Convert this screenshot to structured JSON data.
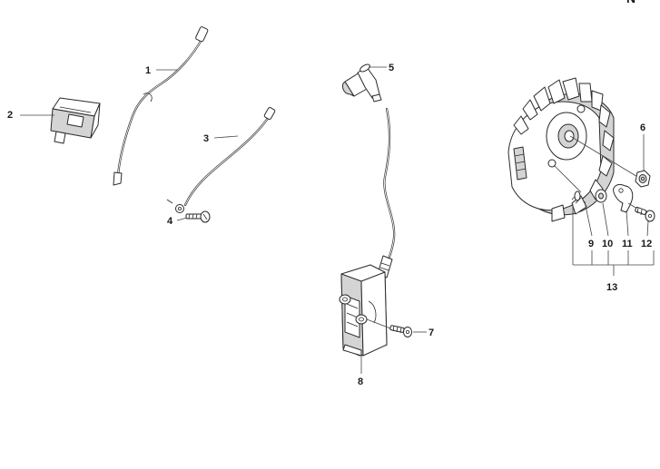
{
  "corner_mark": "N",
  "callouts": {
    "c1": "1",
    "c2": "2",
    "c3": "3",
    "c4": "4",
    "c5": "5",
    "c6": "6",
    "c7": "7",
    "c8": "8",
    "c9": "9",
    "c10": "10",
    "c11": "11",
    "c12": "12",
    "c13": "13"
  }
}
